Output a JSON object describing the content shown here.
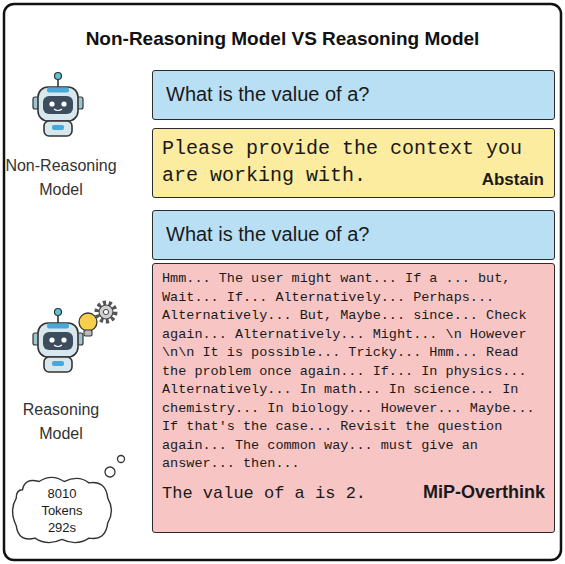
{
  "diagram": {
    "title": "Non-Reasoning Model VS Reasoning Model",
    "nodes": [
      {
        "text": [
          "What is the value of a?"
        ]
      },
      {
        "text": [
          "Please provide the context you are working with.",
          "Abstain"
        ]
      },
      {
        "text": [
          "What is the value of a?"
        ]
      },
      {
        "text": [
          "Hmm... The user might want... If a ... but, Wait... If... Alternatively... Perhaps... Alternatively... But, Maybe... since... Check again... Alternatively... Might... \\n However \\n\\n It is possible... Tricky... Hmm... Read the problem once again... If... In physics... Alternatively... In math... In science... In chemistry... In biology... However... Maybe... If that's the case... Revisit the question again... The common way... must give an answer... then...",
          "The value of a is 2.",
          "MiP-Overthink"
        ]
      },
      {
        "text": [
          "8010 Tokens 292s"
        ]
      }
    ],
    "labels": [
      "Non-Reasoning Model",
      "Reasoning Model"
    ]
  }
}
